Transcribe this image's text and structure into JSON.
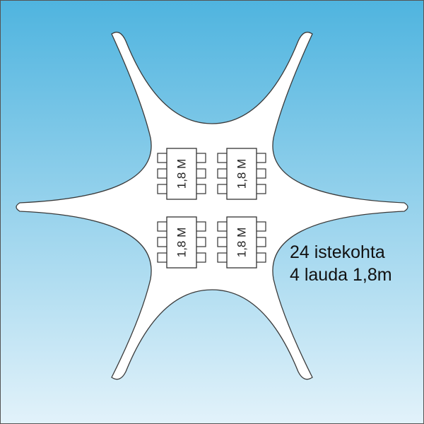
{
  "caption": {
    "line1": "24 istekohta",
    "line2": "4 lauda 1,8m"
  },
  "tables": [
    {
      "label": "1,8 M"
    },
    {
      "label": "1,8 M"
    },
    {
      "label": "1,8 M"
    },
    {
      "label": "1,8 M"
    }
  ],
  "colors": {
    "sky_top": "#4fb4df",
    "sky_bottom": "#e2f2fa",
    "tent_fill": "#ffffff",
    "outline": "#3a3a3a"
  }
}
